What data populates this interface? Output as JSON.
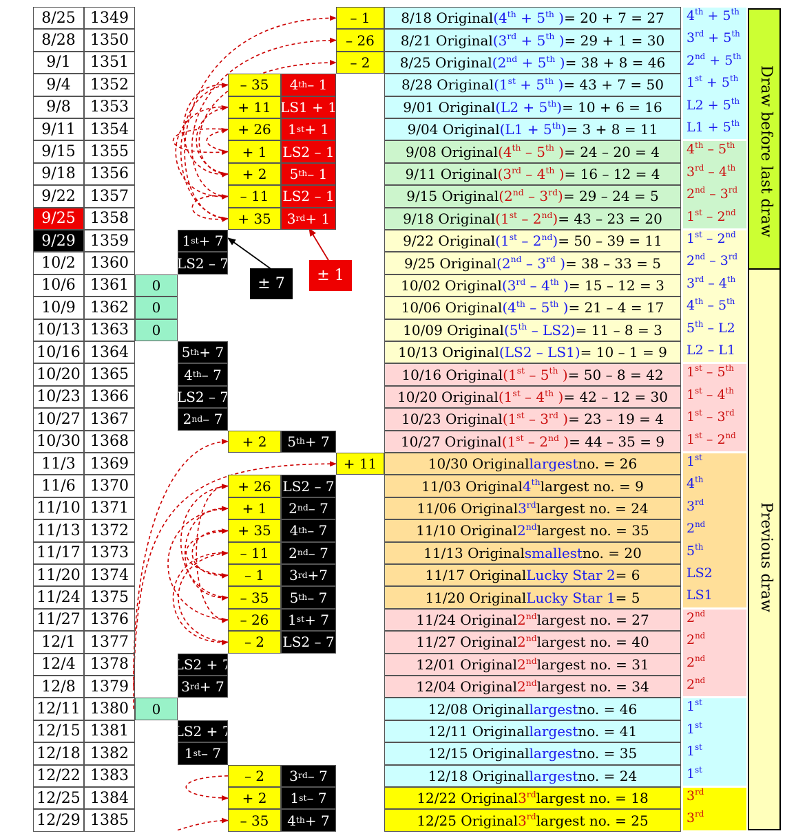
{
  "colors": {
    "yellow": "#ffff00",
    "red_tag": "#ee0000",
    "black_tag": "#000000",
    "zero_green": "#99f2c8",
    "cyan": "#ccffff",
    "green": "#ccf5cc",
    "lightyellow": "#ffffcc",
    "pink": "#ffd6d6",
    "orange": "#ffdf99",
    "panel_lime": "#ccff33",
    "panel_yellow": "#ffffbb",
    "arrow": "#cc0000",
    "text_blue": "#1c1cee",
    "text_red": "#cc1111"
  },
  "panels": {
    "top_label": "Draw before last draw",
    "bottom_label": "Previous draw"
  },
  "callouts": {
    "pm7": "± 7",
    "pm1": "± 1"
  },
  "rows": [
    {
      "date": "8/25",
      "draw": "1349",
      "op": "– 1",
      "op_col": "c",
      "desc": "8/18 Original <span class='blue'>(4<sup>th</sup> + 5<sup>th</sup> )</span> = 20 + 7 = 27",
      "band": "cyan",
      "side": "<span class='blue'>4<sup>th</sup> + 5<sup>th</sup></span>"
    },
    {
      "date": "8/28",
      "draw": "1350",
      "op": "– 26",
      "op_col": "c",
      "desc": "8/21 Original <span class='blue'>(3<sup>rd</sup> + 5<sup>th</sup> )</span> = 29 + 1 = 30",
      "band": "cyan",
      "side": "<span class='blue'>3<sup>rd</sup> + 5<sup>th</sup></span>"
    },
    {
      "date": "9/1",
      "draw": "1351",
      "op": "– 2",
      "op_col": "c",
      "desc": "8/25 Original <span class='blue'>(2<sup>nd</sup> + 5<sup>th</sup> )</span> = 38 + 8 = 46",
      "band": "cyan",
      "side": "<span class='blue'>2<sup>nd</sup> + 5<sup>th</sup></span>"
    },
    {
      "date": "9/4",
      "draw": "1352",
      "op": "– 35",
      "op_col": "b",
      "tag": "4<sup>th</sup> – 1",
      "tag_type": "red",
      "desc": "8/28 Original <span class='blue'>(1<sup>st</sup> + 5<sup>th</sup> )</span> = 43 + 7 = 50",
      "band": "cyan",
      "side": "<span class='blue'>1<sup>st</sup> + 5<sup>th</sup></span>"
    },
    {
      "date": "9/8",
      "draw": "1353",
      "op": "+ 11",
      "op_col": "b",
      "tag": "LS1 + 1",
      "tag_type": "red",
      "desc": "9/01 Original <span class='blue'>(L2 + 5<sup>th</sup>)</span> = 10 + 6 = 16",
      "band": "cyan",
      "side": "<span class='blue'>L2 + 5<sup>th</sup></span>"
    },
    {
      "date": "9/11",
      "draw": "1354",
      "op": "+ 26",
      "op_col": "b",
      "tag": "1<sup>st</sup> + 1",
      "tag_type": "red",
      "desc": "9/04 Original <span class='blue'>(L1 + 5<sup>th</sup>)</span> = 3 + 8 = 11",
      "band": "cyan",
      "side": "<span class='blue'>L1 + 5<sup>th</sup></span>"
    },
    {
      "date": "9/15",
      "draw": "1355",
      "op": "+ 1",
      "op_col": "b",
      "tag": "LS2 – 1",
      "tag_type": "red",
      "desc": "9/08 Original <span class='red'>(4<sup>th</sup> – 5<sup>th</sup> )</span> = 24 – 20 = 4",
      "band": "green",
      "side": "<span class='red'>4<sup>th</sup> – 5<sup>th</sup></span>"
    },
    {
      "date": "9/18",
      "draw": "1356",
      "op": "+ 2",
      "op_col": "b",
      "tag": "5<sup>th</sup> – 1",
      "tag_type": "red",
      "desc": "9/11 Original <span class='red'>(3<sup>rd</sup> – 4<sup>th</sup> )</span> = 16 – 12 = 4",
      "band": "green",
      "side": "<span class='red'>3<sup>rd</sup> – 4<sup>th</sup></span>"
    },
    {
      "date": "9/22",
      "draw": "1357",
      "op": "– 11",
      "op_col": "b",
      "tag": "LS2 – 1",
      "tag_type": "red",
      "desc": "9/15 Original <span class='red'>(2<sup>nd</sup> – 3<sup>rd</sup>)</span> = 29 – 24 = 5",
      "band": "green",
      "side": "<span class='red'>2<sup>nd</sup> – 3<sup>rd</sup></span>"
    },
    {
      "date": "9/25",
      "draw": "1358",
      "date_hl": "red",
      "op": "+ 35",
      "op_col": "b",
      "tag": "3<sup>rd</sup> + 1",
      "tag_type": "red",
      "desc": "9/18 Original <span class='red'>(1<sup>st</sup> – 2<sup>nd</sup>)</span> = 43 – 23 = 20",
      "band": "green",
      "side": "<span class='red'>1<sup>st</sup> – 2<sup>nd</sup></span>"
    },
    {
      "date": "9/29",
      "draw": "1359",
      "date_hl": "black",
      "tag": "1<sup>st</sup> + 7",
      "tag_type": "black",
      "tag_col": "a",
      "desc": "9/22 Original <span class='blue'>(1<sup>st</sup> – 2<sup>nd</sup>)</span> = 50 – 39 = 11",
      "band": "lightyellow",
      "side": "<span class='blue'>1<sup>st</sup> – 2<sup>nd</sup></span>"
    },
    {
      "date": "10/2",
      "draw": "1360",
      "tag": "LS2 – 7",
      "tag_type": "black",
      "tag_col": "a",
      "desc": "9/25 Original <span class='blue'>(2<sup>nd</sup> – 3<sup>rd</sup> )</span> = 38 – 33 = 5",
      "band": "lightyellow",
      "side": "<span class='blue'>2<sup>nd</sup> – 3<sup>rd</sup></span>"
    },
    {
      "date": "10/6",
      "draw": "1361",
      "zero": "0",
      "desc": "10/02 Original <span class='blue'>(3<sup>rd</sup> – 4<sup>th</sup> )</span> = 15 – 12 = 3",
      "band": "lightyellow",
      "side": "<span class='blue'>3<sup>rd</sup> – 4<sup>th</sup></span>"
    },
    {
      "date": "10/9",
      "draw": "1362",
      "zero": "0",
      "desc": "10/06 Original <span class='blue'>(4<sup>th</sup> – 5<sup>th</sup> )</span> = 21 – 4 = 17",
      "band": "lightyellow",
      "side": "<span class='blue'>4<sup>th</sup> – 5<sup>th</sup></span>"
    },
    {
      "date": "10/13",
      "draw": "1363",
      "zero": "0",
      "desc": "10/09 Original <span class='blue'>(5<sup>th</sup> – LS2)</span> = 11 – 8 = 3",
      "band": "lightyellow",
      "side": "<span class='blue'>5<sup>th</sup> – L2</span>"
    },
    {
      "date": "10/16",
      "draw": "1364",
      "tag": "5<sup>th</sup> + 7",
      "tag_type": "black",
      "tag_col": "a",
      "desc": "10/13 Original <span class='blue'>(LS2 – LS1)</span> = 10 – 1 = 9",
      "band": "lightyellow",
      "side": "<span class='blue'>L2 – L1</span>"
    },
    {
      "date": "10/20",
      "draw": "1365",
      "tag": "4<sup>th</sup> – 7",
      "tag_type": "black",
      "tag_col": "a",
      "desc": "10/16 Original <span class='red'>(1<sup>st</sup> – 5<sup>th</sup> )</span> = 50 – 8 = 42",
      "band": "pink",
      "side": "<span class='red'>1<sup>st</sup> – 5<sup>th</sup></span>"
    },
    {
      "date": "10/23",
      "draw": "1366",
      "tag": "LS2 – 7",
      "tag_type": "black",
      "tag_col": "a",
      "desc": "10/20 Original <span class='red'>(1<sup>st</sup> – 4<sup>th</sup> )</span> = 42 – 12 = 30",
      "band": "pink",
      "side": "<span class='red'>1<sup>st</sup> – 4<sup>th</sup></span>"
    },
    {
      "date": "10/27",
      "draw": "1367",
      "tag": "2<sup>nd</sup> – 7",
      "tag_type": "black",
      "tag_col": "a",
      "desc": "10/23 Original <span class='red'>(1<sup>st</sup> – 3<sup>rd</sup> )</span> = 23 – 19 = 4",
      "band": "pink",
      "side": "<span class='red'>1<sup>st</sup> – 3<sup>rd</sup></span>"
    },
    {
      "date": "10/30",
      "draw": "1368",
      "op": "+ 2",
      "op_col": "b",
      "tag": "5<sup>th</sup> + 7",
      "tag_type": "black",
      "desc": "10/27 Original <span class='red'>(1<sup>st</sup> – 2<sup>nd</sup> )</span> = 44 – 35 = 9",
      "band": "pink",
      "side": "<span class='red'>1<sup>st</sup> – 2<sup>nd</sup></span>"
    },
    {
      "date": "11/3",
      "draw": "1369",
      "op": "+ 11",
      "op_col": "c",
      "desc": "10/30 Original <span class='blue'>largest</span> no. = 26",
      "band": "orange",
      "side": "<span class='blue'>1<sup>st</sup></span>"
    },
    {
      "date": "11/6",
      "draw": "1370",
      "op": "+ 26",
      "op_col": "b",
      "tag": "LS2 – 7",
      "tag_type": "black",
      "desc": "11/03 Original <span class='blue'>4<sup>th</sup></span> largest no. = 9",
      "band": "orange",
      "side": "<span class='blue'>4<sup>th</sup></span>"
    },
    {
      "date": "11/10",
      "draw": "1371",
      "op": "+ 1",
      "op_col": "b",
      "tag": "2<sup>nd</sup> – 7",
      "tag_type": "black",
      "desc": "11/06 Original <span class='blue'>3<sup>rd</sup></span> largest no. = 24",
      "band": "orange",
      "side": "<span class='blue'>3<sup>rd</sup></span>"
    },
    {
      "date": "11/13",
      "draw": "1372",
      "op": "+ 35",
      "op_col": "b",
      "tag": "4<sup>th</sup> – 7",
      "tag_type": "black",
      "desc": "11/10 Original <span class='blue'>2<sup>nd</sup></span> largest no. = 35",
      "band": "orange",
      "side": "<span class='blue'>2<sup>nd</sup></span>"
    },
    {
      "date": "11/17",
      "draw": "1373",
      "op": "– 11",
      "op_col": "b",
      "tag": "2<sup>nd</sup> – 7",
      "tag_type": "black",
      "desc": "11/13 Original <span class='blue'>smallest</span> no. = 20",
      "band": "orange",
      "side": "<span class='blue'>5<sup>th</sup></span>"
    },
    {
      "date": "11/20",
      "draw": "1374",
      "op": "– 1",
      "op_col": "b",
      "tag": "3<sup>rd</sup>+7",
      "tag_type": "black",
      "desc": "11/17 Original <span class='blue'>Lucky Star 2</span> = 6",
      "band": "orange",
      "side": "<span class='blue'>LS2</span>"
    },
    {
      "date": "11/24",
      "draw": "1375",
      "op": "– 35",
      "op_col": "b",
      "tag": "5<sup>th</sup> – 7",
      "tag_type": "black",
      "desc": "11/20 Original <span class='blue'>Lucky Star 1</span> = 5",
      "band": "orange",
      "side": "<span class='blue'>LS1</span>"
    },
    {
      "date": "11/27",
      "draw": "1376",
      "op": "– 26",
      "op_col": "b",
      "tag": "1<sup>st</sup> + 7",
      "tag_type": "black",
      "desc": "11/24 Original <span class='red'>2<sup>nd</sup></span> largest no. = 27",
      "band": "pink",
      "side": "<span class='red'>2<sup>nd</sup></span>"
    },
    {
      "date": "12/1",
      "draw": "1377",
      "op": "– 2",
      "op_col": "b",
      "tag": "LS2 – 7",
      "tag_type": "black",
      "desc": "11/27 Original <span class='red'>2<sup>nd</sup></span> largest no. = 40",
      "band": "pink",
      "side": "<span class='red'>2<sup>nd</sup></span>"
    },
    {
      "date": "12/4",
      "draw": "1378",
      "tag": "LS2 + 7",
      "tag_type": "black",
      "tag_col": "a",
      "desc": "12/01 Original <span class='red'>2<sup>nd</sup></span> largest no. = 31",
      "band": "pink",
      "side": "<span class='red'>2<sup>nd</sup></span>"
    },
    {
      "date": "12/8",
      "draw": "1379",
      "tag": "3<sup>rd</sup> + 7",
      "tag_type": "black",
      "tag_col": "a",
      "desc": "12/04 Original <span class='red'>2<sup>nd</sup></span> largest no. = 34",
      "band": "pink",
      "side": "<span class='red'>2<sup>nd</sup></span>"
    },
    {
      "date": "12/11",
      "draw": "1380",
      "zero": "0",
      "desc": "12/08 Original <span class='blue'>largest</span> no. = 46",
      "band": "cyan",
      "side": "<span class='blue'>1<sup>st</sup></span>"
    },
    {
      "date": "12/15",
      "draw": "1381",
      "tag": "LS2 + 7",
      "tag_type": "black",
      "tag_col": "a",
      "desc": "12/11 Original <span class='blue'>largest</span> no. = 41",
      "band": "cyan",
      "side": "<span class='blue'>1<sup>st</sup></span>"
    },
    {
      "date": "12/18",
      "draw": "1382",
      "tag": "1<sup>st</sup> – 7",
      "tag_type": "black",
      "tag_col": "a",
      "desc": "12/15 Original <span class='blue'>largest</span> no. = 35",
      "band": "cyan",
      "side": "<span class='blue'>1<sup>st</sup></span>"
    },
    {
      "date": "12/22",
      "draw": "1383",
      "op": "– 2",
      "op_col": "b",
      "tag": "3<sup>rd</sup> – 7",
      "tag_type": "black",
      "desc": "12/18 Original <span class='blue'>largest</span> no. = 24",
      "band": "cyan",
      "side": "<span class='blue'>1<sup>st</sup></span>"
    },
    {
      "date": "12/25",
      "draw": "1384",
      "op": "+ 2",
      "op_col": "b",
      "tag": "1<sup>st</sup> – 7",
      "tag_type": "black",
      "desc": "12/22 Original <span class='red'>3<sup>rd</sup></span>  largest no. = 18",
      "band": "yellow",
      "side": "<span class='red'>3<sup>rd</sup></span>"
    },
    {
      "date": "12/29",
      "draw": "1385",
      "op": "– 35",
      "op_col": "b",
      "tag": "4<sup>th</sup> + 7",
      "tag_type": "black",
      "desc": "12/25 Original <span class='red'>3<sup>rd</sup></span>  largest no. = 25",
      "band": "yellow",
      "side": "<span class='red'>3<sup>rd</sup></span>"
    }
  ]
}
